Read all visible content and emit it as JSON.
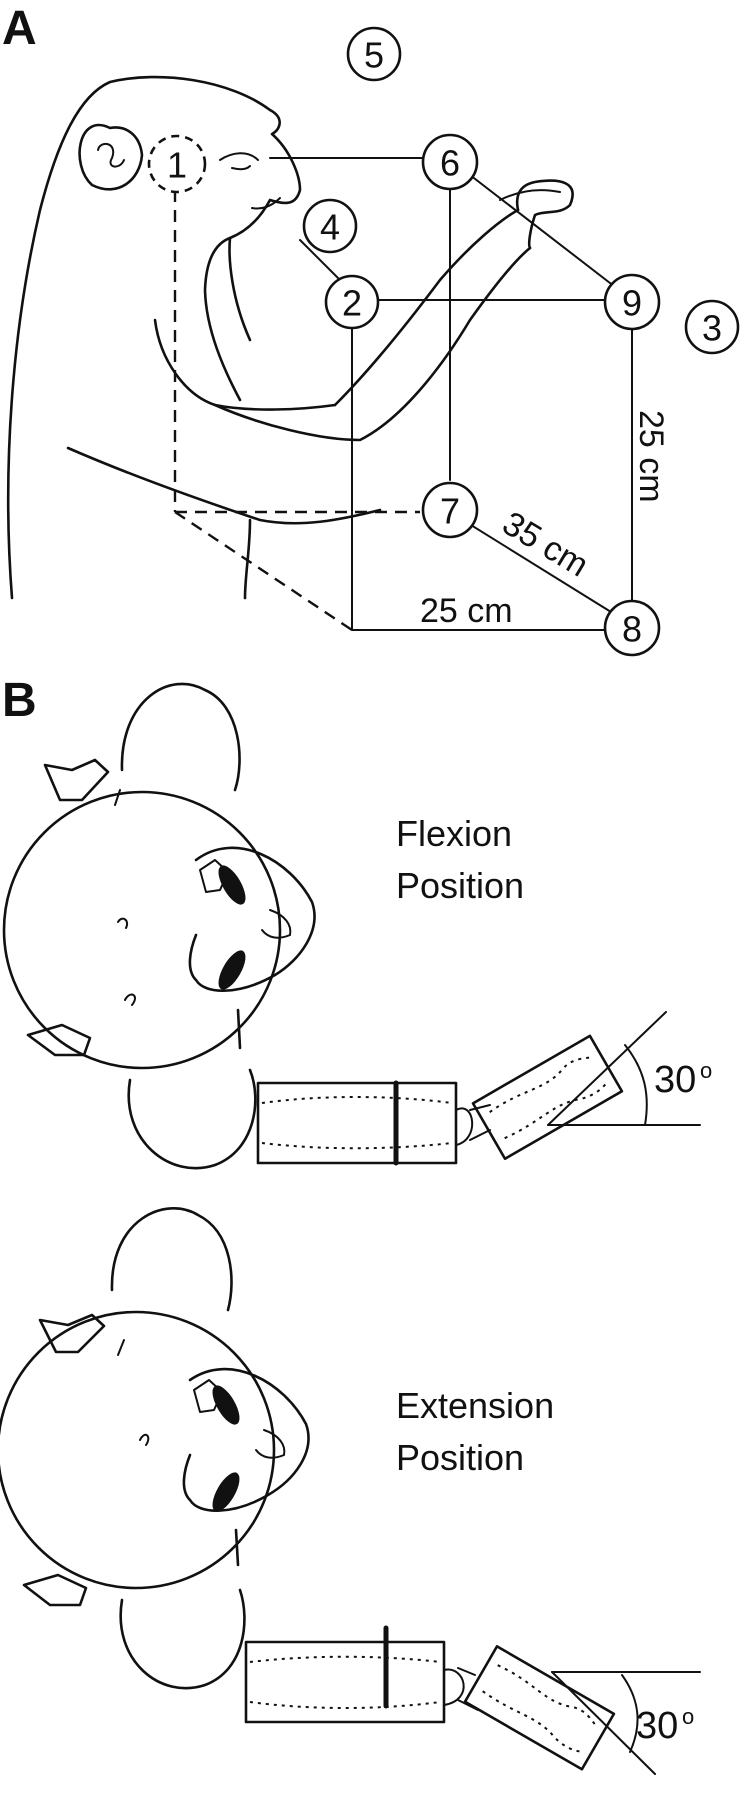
{
  "panel_a": {
    "label": "A",
    "targets": [
      "1",
      "2",
      "3",
      "4",
      "5",
      "6",
      "7",
      "8",
      "9"
    ],
    "dim_vertical": "25 cm",
    "dim_diagonal": "35 cm",
    "dim_horizontal": "25 cm"
  },
  "panel_b": {
    "label": "B",
    "flexion": {
      "line1": "Flexion",
      "line2": "Position",
      "angle": "30",
      "angle_sup": "o"
    },
    "extension": {
      "line1": "Extension",
      "line2": "Position",
      "angle": "30",
      "angle_sup": "o"
    }
  }
}
